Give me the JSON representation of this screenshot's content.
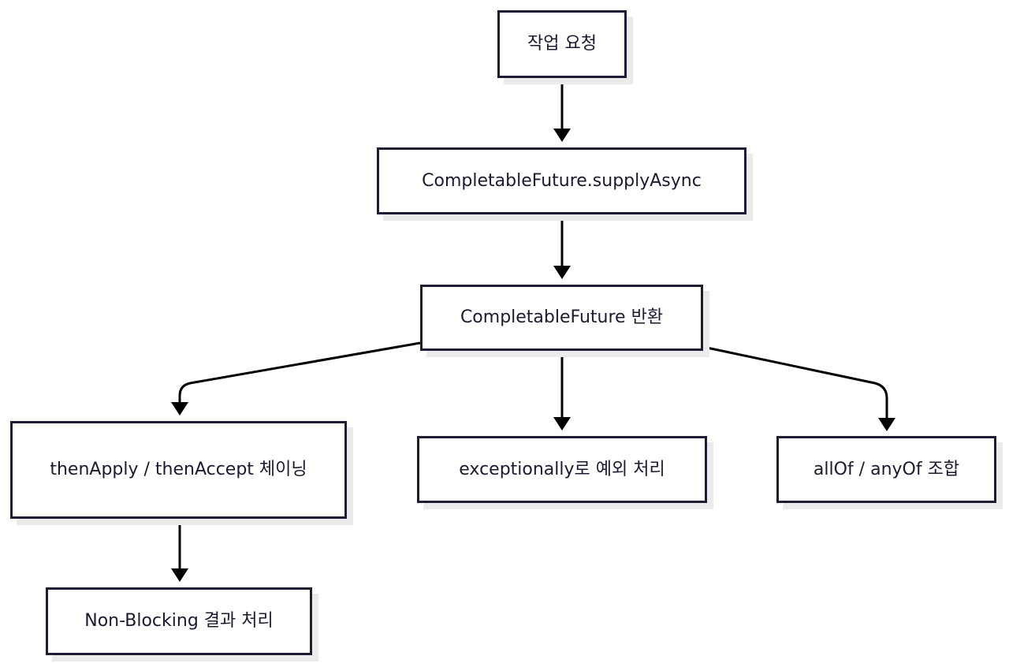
{
  "diagram": {
    "type": "flowchart",
    "colors": {
      "node_border": "#1f1d33",
      "node_fill": "#ffffff",
      "node_shadow": "#ebebeb",
      "edge": "#000000",
      "text": "#1c1a30"
    },
    "nodes": [
      {
        "id": "n1",
        "label": "작업 요청"
      },
      {
        "id": "n2",
        "label": "CompletableFuture.supplyAsync"
      },
      {
        "id": "n3",
        "label": "CompletableFuture 반환"
      },
      {
        "id": "n4",
        "label": "thenApply / thenAccept 체이닝"
      },
      {
        "id": "n5",
        "label": "exceptionally로 예외 처리"
      },
      {
        "id": "n6",
        "label": "allOf / anyOf 조합"
      },
      {
        "id": "n7",
        "label": "Non-Blocking 결과 처리"
      }
    ],
    "edges": [
      {
        "from": "n1",
        "to": "n2"
      },
      {
        "from": "n2",
        "to": "n3"
      },
      {
        "from": "n3",
        "to": "n4"
      },
      {
        "from": "n3",
        "to": "n5"
      },
      {
        "from": "n3",
        "to": "n6"
      },
      {
        "from": "n4",
        "to": "n7"
      }
    ]
  }
}
